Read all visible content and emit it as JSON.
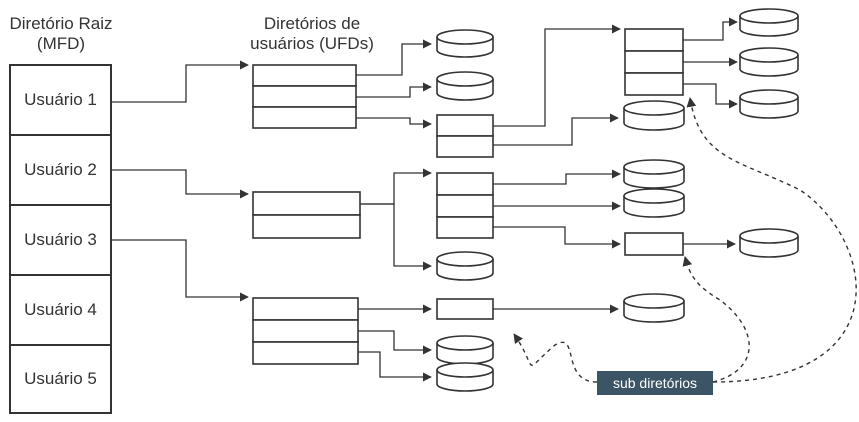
{
  "header": {
    "root_line1": "Diretório Raiz",
    "root_line2": "(MFD)",
    "ufd_line1": "Diretórios de",
    "ufd_line2": "usuários (UFDs)"
  },
  "root_directory": {
    "users": [
      "Usuário 1",
      "Usuário 2",
      "Usuário 3",
      "Usuário 4",
      "Usuário 5"
    ]
  },
  "annotation": {
    "label": "sub diretórios"
  },
  "colors": {
    "stroke": "#333333",
    "badge_background": "#3b5566",
    "badge_text": "#ffffff"
  }
}
